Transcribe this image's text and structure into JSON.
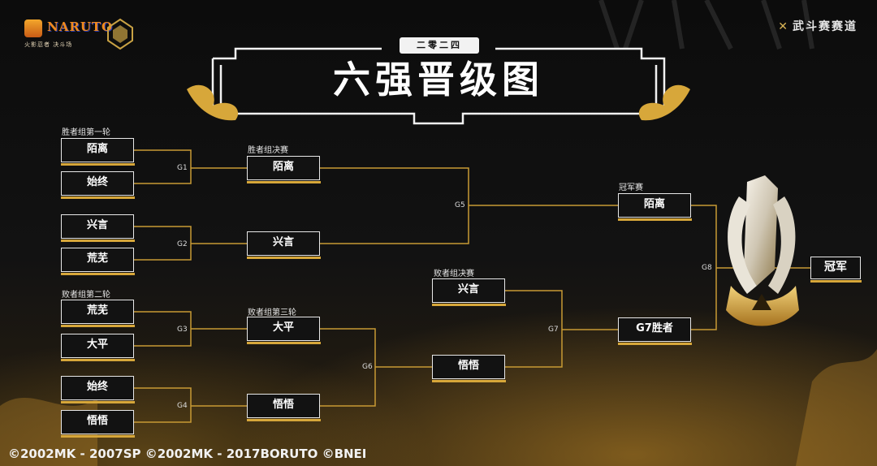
{
  "header": {
    "logo_word": "NARUTO",
    "logo_sub": "火影忍者 决斗场",
    "year_badge": "二零二四",
    "title": "六强晋级图",
    "brand_mark": "✕",
    "brand": "武斗赛赛道"
  },
  "sections": {
    "winners_r1": "胜者组第一轮",
    "winners_final": "胜者组决赛",
    "losers_r2": "败者组第二轮",
    "losers_r3": "败者组第三轮",
    "losers_final": "败者组决赛",
    "grand_final": "冠军赛"
  },
  "games": {
    "g1": "G1",
    "g2": "G2",
    "g3": "G3",
    "g4": "G4",
    "g5": "G5",
    "g6": "G6",
    "g7": "G7",
    "g8": "G8"
  },
  "players": {
    "r1_1": "陌离",
    "r1_2": "始终",
    "r1_3": "兴言",
    "r1_4": "荒芜",
    "r2_1": "荒芜",
    "r2_2": "大平",
    "r2_3": "始终",
    "r2_4": "悟悟",
    "wf_1": "陌离",
    "wf_2": "兴言",
    "l3_1": "大平",
    "l3_2": "悟悟",
    "lf_1": "兴言",
    "lf_2": "悟悟",
    "gf_1": "陌离",
    "gf_2": "G7胜者"
  },
  "champion": "冠军",
  "footer": {
    "copyright": "©2002MK - 2007SP ©2002MK - 2017BORUTO ©BNEI"
  },
  "colors": {
    "accent_gold": "#d7a73a",
    "line": "#d1a23a",
    "box_border": "#e8e8e8"
  }
}
